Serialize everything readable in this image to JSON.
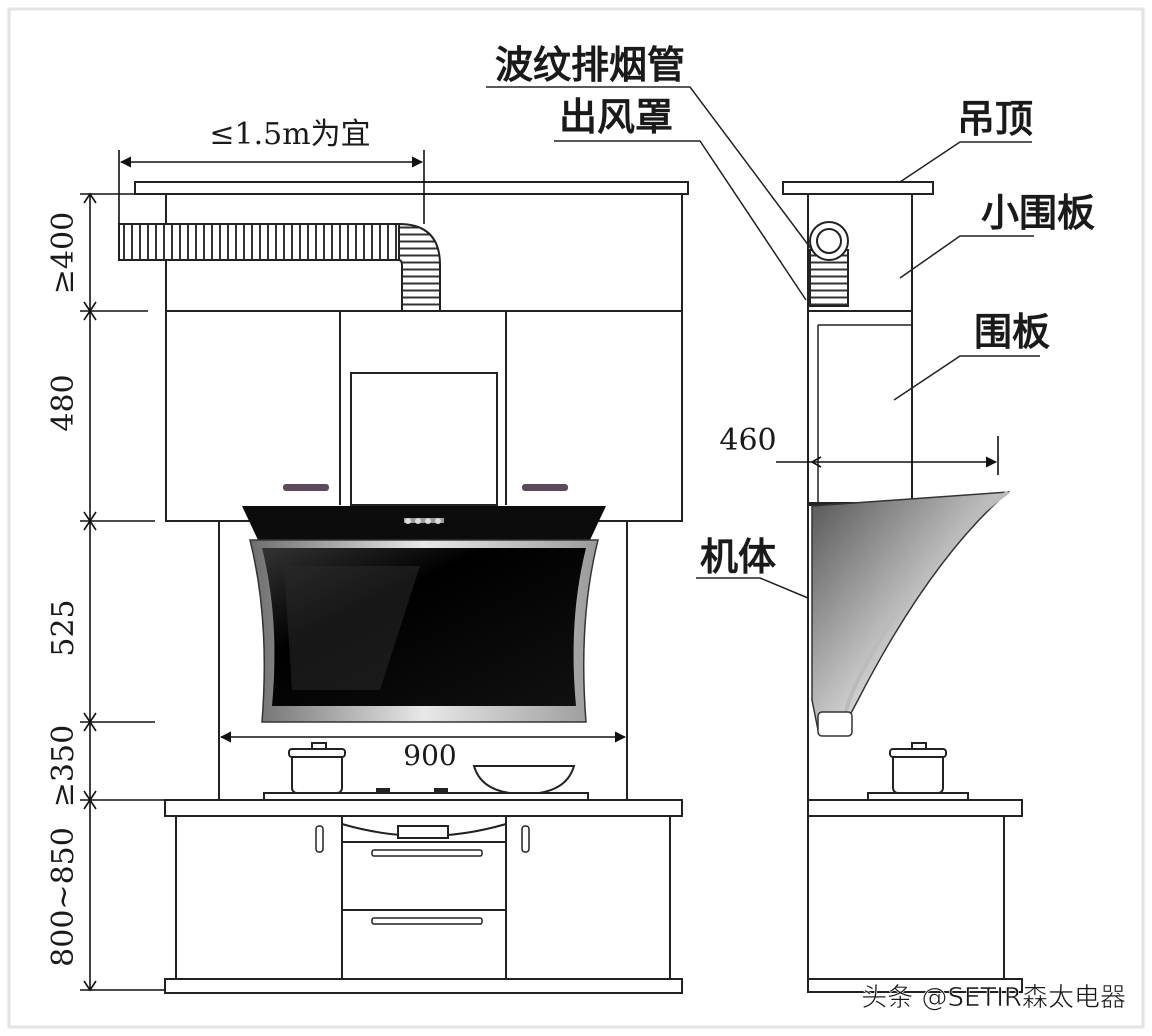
{
  "labels": {
    "corrugated_duct": "波纹排烟管",
    "outlet_hood": "出风罩",
    "ceiling": "吊顶",
    "small_panel": "小围板",
    "panel": "围板",
    "body": "机体"
  },
  "dimensions": {
    "duct_length": "≤1.5m为宜",
    "top_height": "≥400",
    "cabinet_height": "480",
    "hood_height": "525",
    "stove_gap": "≥350",
    "counter_height": "800~850",
    "hood_width": "900",
    "depth": "460"
  },
  "watermark": "头条 @SETIR森太电器"
}
